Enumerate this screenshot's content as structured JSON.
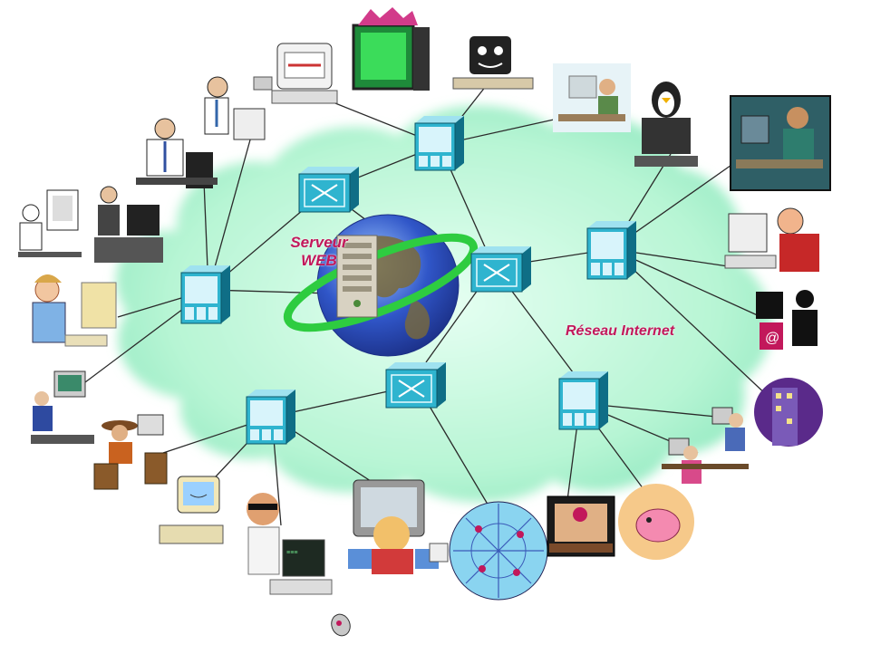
{
  "labels": {
    "server_line1": "Serveur",
    "server_line2": "WEB",
    "network": "Réseau Internet"
  },
  "colors": {
    "cloud_fill": "#b7f5d4",
    "cloud_edge": "#7ee0b5",
    "switch_front": "#2fb4cf",
    "switch_side": "#0f6e86",
    "link_line": "#2a2a2a",
    "globe_ocean": "#3056c8",
    "globe_land": "#7a6a3a",
    "orbit_ring": "#2ecc40",
    "label_text": "#c2185b"
  },
  "devices": {
    "hubs": [
      "hub-top",
      "hub-left",
      "hub-right",
      "hub-bottom-left",
      "hub-bottom-right"
    ],
    "routers": [
      "router-top-left",
      "router-center-right",
      "router-bottom"
    ]
  },
  "clipart": [
    "cartoon-monitor-teeth",
    "dragon-computer",
    "cartoon-monitor-face",
    "office-worker-desk",
    "penguin-computer",
    "woman-at-computer-photo",
    "man-with-tie-at-computer",
    "businessman-at-desk",
    "person-typing-workstation",
    "seated-user-with-computer",
    "angry-man-at-computer",
    "woman-typing-retro",
    "silhouette-email-user",
    "person-at-terminal",
    "cowboy-on-barrels-computer",
    "building-at-night",
    "family-at-computers",
    "dancing-computer",
    "man-with-sunglasses-laptop",
    "boy-at-monitor-back-view",
    "web-of-people",
    "person-on-screen-photo",
    "piggy-bank-circle",
    "small-mouse-icon"
  ]
}
